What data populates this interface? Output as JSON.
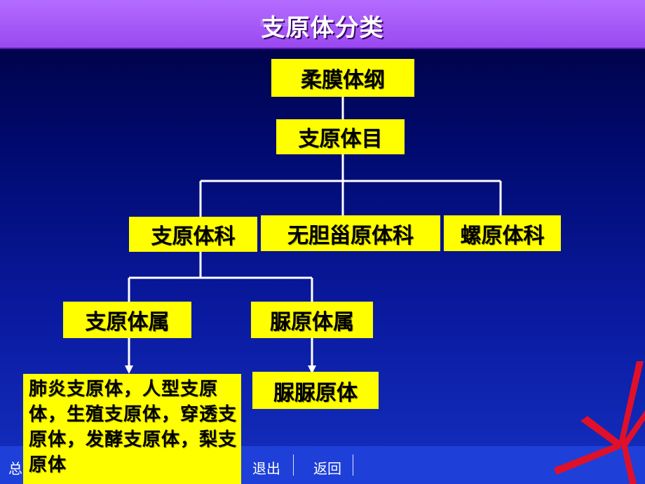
{
  "header": {
    "title": "支原体分类",
    "watermark": "资料…参…"
  },
  "tree": {
    "class": "柔膜体纲",
    "order": "支原体目",
    "families": [
      "支原体科",
      "无胆甾原体科",
      "螺原体科"
    ],
    "genera": [
      "支原体属",
      "脲原体属"
    ],
    "mycoplasma_species": "肺炎支原体，人型支原体，生殖支原体，穿透支原体，发酵支原体，梨支原体",
    "ureaplasma_species": "脲脲原体"
  },
  "footer": {
    "nav": [
      "总",
      "退出",
      "返回"
    ]
  },
  "colors": {
    "node_fill": "#ffff00",
    "title_bar": "#a85cf8",
    "background": "#000a6e",
    "connector": "#ffffff",
    "accent_red": "#e0102a"
  }
}
